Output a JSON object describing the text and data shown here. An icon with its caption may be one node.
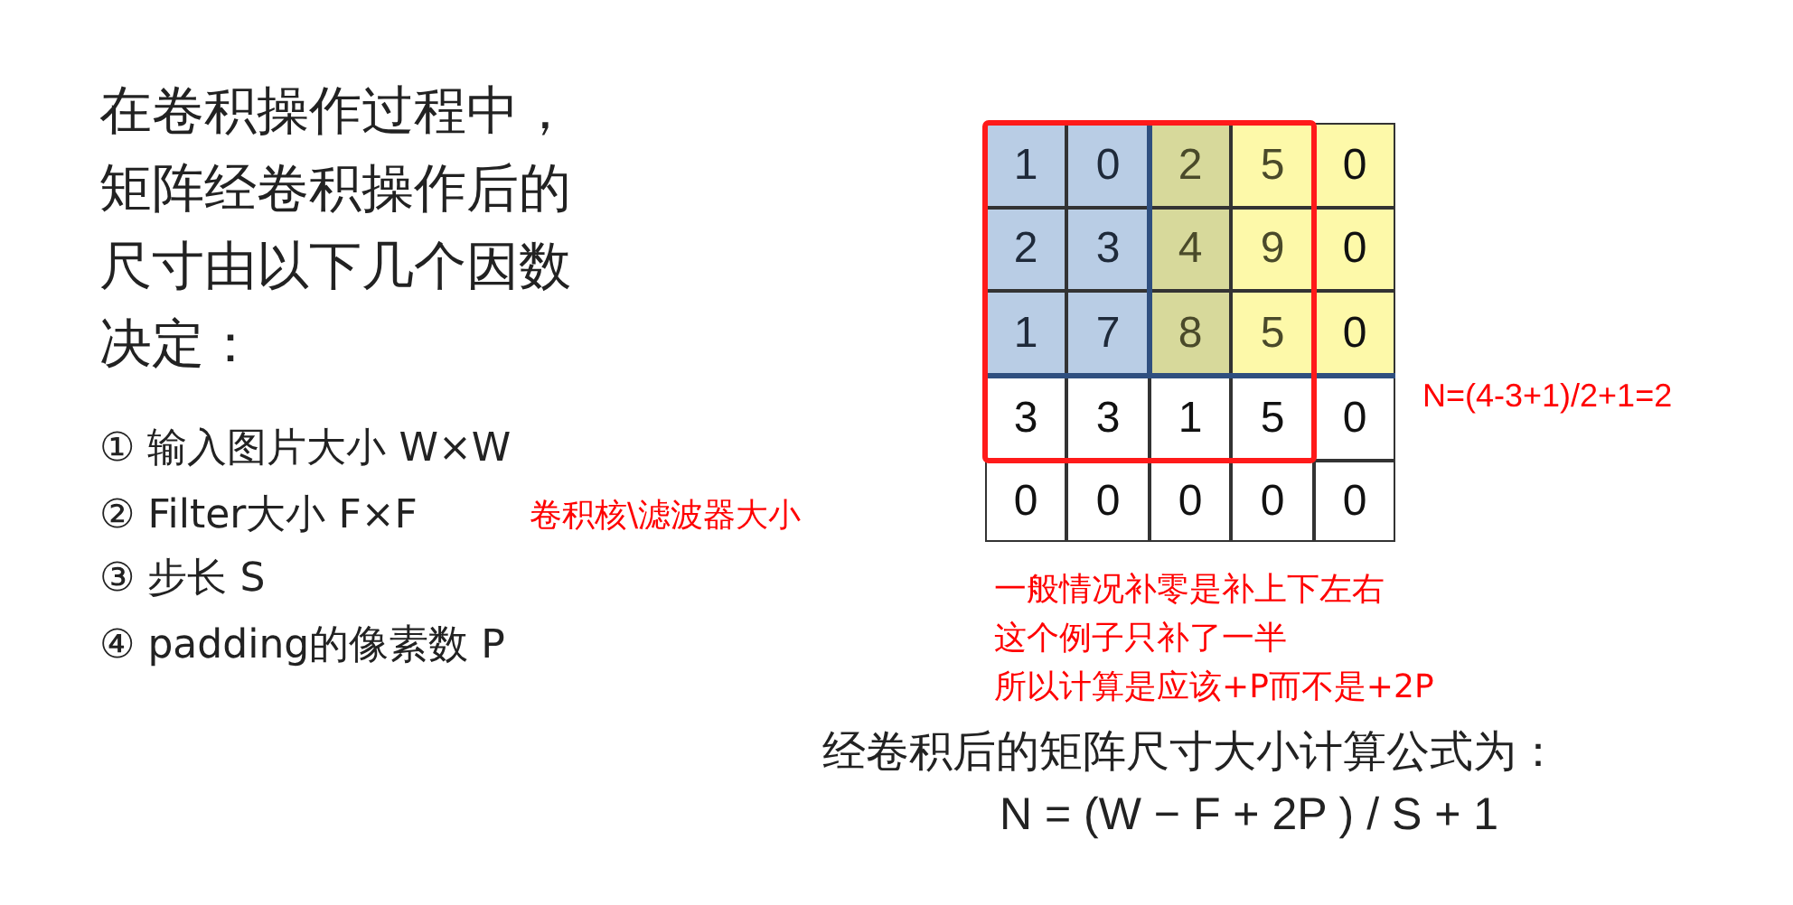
{
  "diagram": {
    "labels": [
      "在卷积操作过程中，矩阵经卷积操作后的尺寸由以下几个因数决定：",
      "① 输入图片大小 W×W",
      "② Filter大小 F×F",
      "卷积核\\滤波器大小",
      "③ 步长 S",
      "④ padding的像素数 P",
      "1",
      "0",
      "2",
      "5",
      "0",
      "2",
      "3",
      "4",
      "9",
      "0",
      "1",
      "7",
      "8",
      "5",
      "0",
      "3",
      "3",
      "1",
      "5",
      "0",
      "0",
      "0",
      "0",
      "0",
      "0",
      "N=(4-3+1)/2+1=2",
      "一般情况补零是补上下左右",
      "这个例子只补了一半",
      "所以计算是应该+P而不是+2P",
      "经卷积后的矩阵尺寸大小计算公式为：",
      "N = (W − F + 2P ) / S + 1"
    ]
  }
}
